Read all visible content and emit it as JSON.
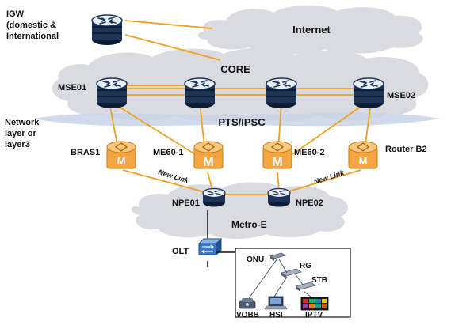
{
  "colors": {
    "cloud": "#d9dbe0",
    "band": "#c9d4e6",
    "link": "#f0a020",
    "router_top": "#e9eff7",
    "router_body": "#1d3357",
    "router_dark": "#0d1c35",
    "m_box": "#f2a540",
    "m_top": "#f6c77d",
    "olt_blue": "#3a78c9"
  },
  "labels": {
    "igw": [
      "IGW",
      "(domestic &",
      "International"
    ],
    "internet": "Internet",
    "core": "CORE",
    "mse01": "MSE01",
    "mse02": "MSE02",
    "network_layer": [
      "Network",
      "layer or",
      "layer3"
    ],
    "pts_ipsc": "PTS/IPSC",
    "bras1": "BRAS1",
    "me60_1": "ME60-1",
    "me60_2": "ME60-2",
    "router_b2": "Router B2",
    "new_link_left": "New Link",
    "new_link_right": "New Link",
    "npe01": "NPE01",
    "npe02": "NPE02",
    "metro_e": "Metro-E",
    "olt": "OLT",
    "onu": "ONU",
    "rg": "RG",
    "stb": "STB",
    "vobb": "VOBB",
    "hsi": "HSI",
    "iptv": "IPTV",
    "m_letter": "M"
  }
}
